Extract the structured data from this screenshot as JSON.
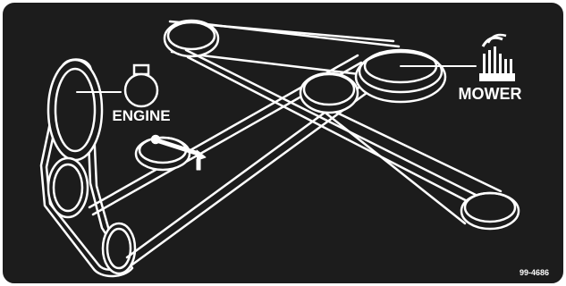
{
  "diagram": {
    "labels": {
      "engine": "ENGINE",
      "mower": "MOWER"
    },
    "part_number": "99-4686",
    "icons": [
      "engine-icon",
      "mower-icon"
    ],
    "colors": {
      "background": "#1c1c1c",
      "line": "#ffffff",
      "frame": "#ffffff"
    }
  }
}
